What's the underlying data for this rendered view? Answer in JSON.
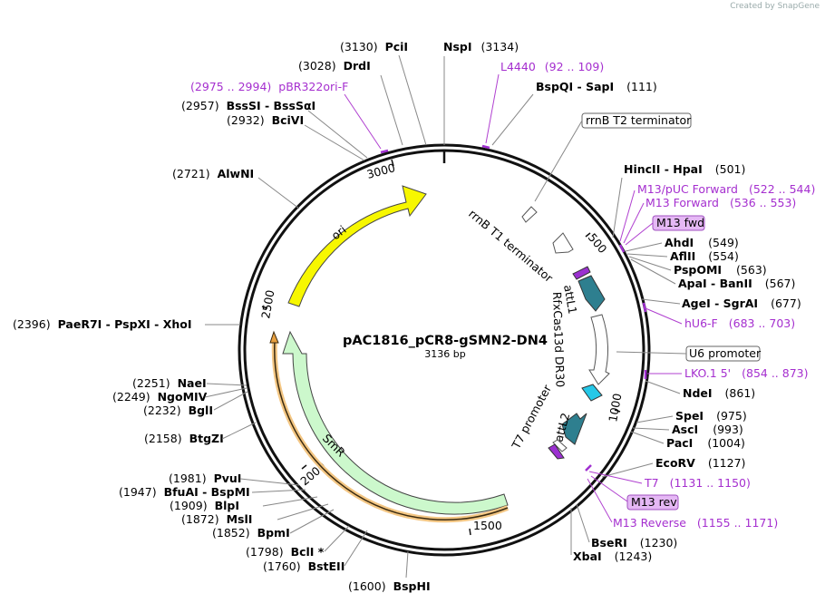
{
  "credit": "Created by SnapGene",
  "plasmid": {
    "name": "pAC1816_pCR8-gSMN2-DN4",
    "size": "3136 bp"
  },
  "ticks": {
    "t500": "500",
    "t1000": "1000",
    "t1500": "1500",
    "t2000": "2000",
    "t2500": "2500",
    "t3000": "3000"
  },
  "features": {
    "ori": "ori",
    "smr": "SmR",
    "rrnb_t1": "rrnB T1 terminator",
    "attl1": "attL1",
    "rfx": "RfxCas13d DR30",
    "t7_promoter": "T7 promoter",
    "attl2": "attL2"
  },
  "boxes": {
    "rrnb_t2": "rrnB T2 terminator",
    "u6": "U6 promoter",
    "m13fwd": "M13 fwd",
    "m13rev": "M13 rev"
  },
  "sites_left": [
    {
      "pos": "(3130)",
      "name": "PciI"
    },
    {
      "pos": "(3028)",
      "name": "DrdI"
    },
    {
      "pos": "(2957)",
      "name": "BssSI  -  BssSαI"
    },
    {
      "pos": "(2932)",
      "name": "BciVI"
    },
    {
      "pos": "(2721)",
      "name": "AlwNI"
    },
    {
      "pos": "(2396)",
      "name": "PaeR7I  -  PspXI  -  XhoI"
    },
    {
      "pos": "(2251)",
      "name": "NaeI"
    },
    {
      "pos": "(2249)",
      "name": "NgoMIV"
    },
    {
      "pos": "(2232)",
      "name": "BglI"
    },
    {
      "pos": "(2158)",
      "name": "BtgZI"
    },
    {
      "pos": "(1981)",
      "name": "PvuI"
    },
    {
      "pos": "(1947)",
      "name": "BfuAI  -  BspMI"
    },
    {
      "pos": "(1909)",
      "name": "BlpI"
    },
    {
      "pos": "(1872)",
      "name": "MslI"
    },
    {
      "pos": "(1852)",
      "name": "BpmI"
    },
    {
      "pos": "(1798)",
      "name": "BclI *"
    },
    {
      "pos": "(1760)",
      "name": "BstEII"
    },
    {
      "pos": "(1600)",
      "name": "BspHI"
    }
  ],
  "sites_right": [
    {
      "name": "NspI",
      "pos": "(3134)"
    },
    {
      "name": "BspQI  -  SapI",
      "pos": "(111)"
    },
    {
      "name": "HincII  -  HpaI",
      "pos": "(501)"
    },
    {
      "name": "AhdI",
      "pos": "(549)"
    },
    {
      "name": "AflII",
      "pos": "(554)"
    },
    {
      "name": "PspOMI",
      "pos": "(563)"
    },
    {
      "name": "ApaI  -  BanII",
      "pos": "(567)"
    },
    {
      "name": "AgeI  -  SgrAI",
      "pos": "(677)"
    },
    {
      "name": "NdeI",
      "pos": "(861)"
    },
    {
      "name": "SpeI",
      "pos": "(975)"
    },
    {
      "name": "AscI",
      "pos": "(993)"
    },
    {
      "name": "PacI",
      "pos": "(1004)"
    },
    {
      "name": "EcoRV",
      "pos": "(1127)"
    },
    {
      "name": "BseRI",
      "pos": "(1230)"
    },
    {
      "name": "XbaI",
      "pos": "(1243)"
    }
  ],
  "primers": [
    {
      "name": "pBR322ori-F",
      "range": "(2975 .. 2994)"
    },
    {
      "name": "L4440",
      "range": "(92 .. 109)"
    },
    {
      "name": "M13/pUC Forward",
      "range": "(522 .. 544)"
    },
    {
      "name": "M13 Forward",
      "range": "(536 .. 553)"
    },
    {
      "name": "hU6-F",
      "range": "(683 .. 703)"
    },
    {
      "name": "LKO.1 5'",
      "range": "(854 .. 873)"
    },
    {
      "name": "T7",
      "range": "(1131 .. 1150)"
    },
    {
      "name": "M13 Reverse",
      "range": "(1155 .. 1171)"
    }
  ]
}
